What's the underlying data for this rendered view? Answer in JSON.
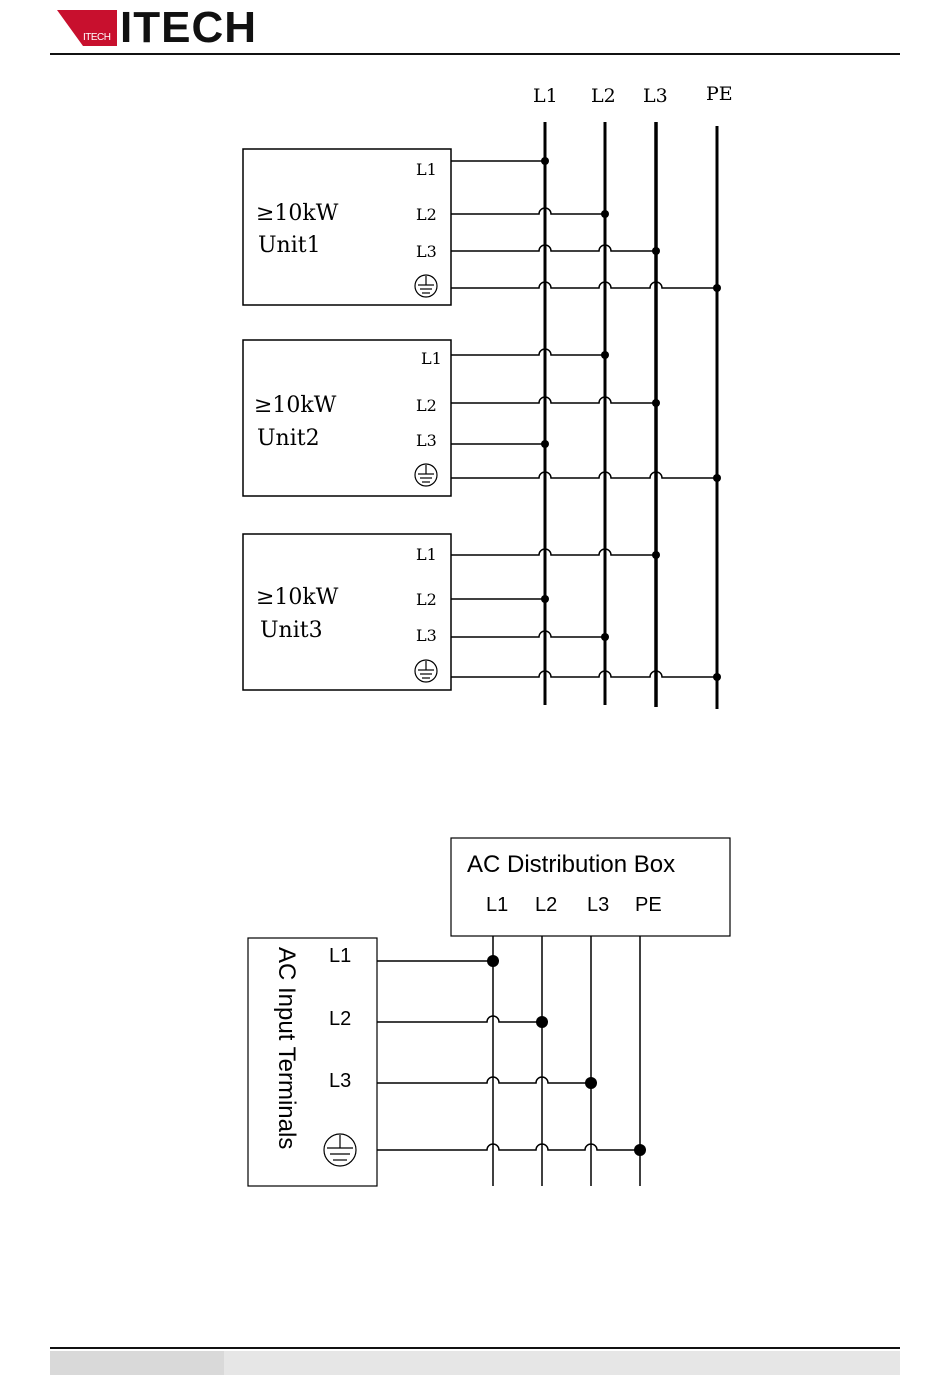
{
  "header": {
    "logo_text": "ITECH",
    "logo_small": "ITECH"
  },
  "diagram1": {
    "bus_labels": [
      "L1",
      "L2",
      "L3",
      "PE"
    ],
    "units": [
      {
        "power": "≥10kW",
        "name": "Unit1",
        "terminals": [
          "L1",
          "L2",
          "L3"
        ]
      },
      {
        "power": "≥10kW",
        "name": "Unit2",
        "terminals": [
          "L1",
          "L2",
          "L3"
        ]
      },
      {
        "power": "≥10kW",
        "name": "Unit3",
        "terminals": [
          "L1",
          "L2",
          "L3"
        ]
      }
    ]
  },
  "diagram2": {
    "box_title": "AC Distribution Box",
    "box_terminals": [
      "L1",
      "L2",
      "L3",
      "PE"
    ],
    "input_title": "AC Input Terminals",
    "input_terminals": [
      "L1",
      "L2",
      "L3"
    ]
  },
  "colors": {
    "line": "#000000",
    "footer": "#e6e6e6"
  }
}
